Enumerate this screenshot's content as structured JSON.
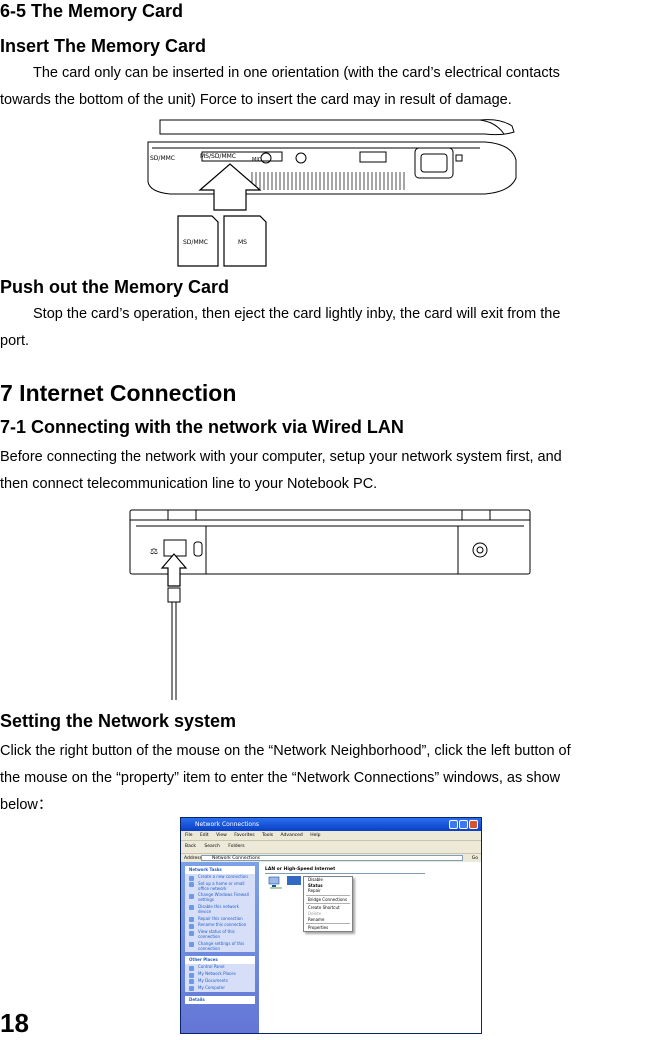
{
  "section_6_5": {
    "title": "6-5 The Memory Card",
    "insert_heading": "Insert The Memory Card",
    "insert_line1": "The card only can be inserted in one orientation (with the card’s electrical contacts",
    "insert_line2": "towards the bottom of the unit) Force to insert the card may in result of damage.",
    "figure_labels": {
      "sd_mmc_side": "SD/MMC",
      "ms_sd_mmc_slot": "MS/SD/MMC",
      "mic": "MIC",
      "card_sd_mmc": "SD/MMC",
      "card_ms": "MS"
    },
    "push_heading": "Push out the Memory Card",
    "push_line1": "Stop the card’s operation, then eject the card lightly inby, the card will exit from the",
    "push_line2": "port."
  },
  "chapter_7": {
    "title": "7 Internet Connection",
    "sub_title": "7-1 Connecting with the network via Wired LAN",
    "intro_line1": "Before connecting the network with your computer, setup your network system first, and",
    "intro_line2": "then connect telecommunication line to your Notebook PC.",
    "setting_heading": "Setting the Network system",
    "setting_line1": "Click the right button of the mouse on the “Network Neighborhood”, click the left button of",
    "setting_line2": "the mouse on the “property” item to enter the “Network Connections” windows, as show",
    "setting_line3": "below："
  },
  "screenshot": {
    "window_title": "Network Connections",
    "menu": [
      "File",
      "Edit",
      "View",
      "Favorites",
      "Tools",
      "Advanced",
      "Help"
    ],
    "toolbar": [
      "Back",
      "Search",
      "Folders"
    ],
    "address_label": "Address",
    "address_value": "Network Connections",
    "go_label": "Go",
    "network_tasks_header": "Network Tasks",
    "network_tasks": [
      "Create a new connection",
      "Set up a home or small office network",
      "Change Windows Firewall settings",
      "Disable this network device",
      "Repair this connection",
      "Rename this connection",
      "View status of this connection",
      "Change settings of this connection"
    ],
    "other_places_header": "Other Places",
    "other_places": [
      "Control Panel",
      "My Network Places",
      "My Documents",
      "My Computer"
    ],
    "details_header": "Details",
    "group_header": "LAN or High-Speed Internet",
    "context_menu": [
      "Disable",
      "Status",
      "Repair",
      "Bridge Connections",
      "Create Shortcut",
      "Delete",
      "Rename",
      "Properties"
    ]
  },
  "page_number": "18"
}
